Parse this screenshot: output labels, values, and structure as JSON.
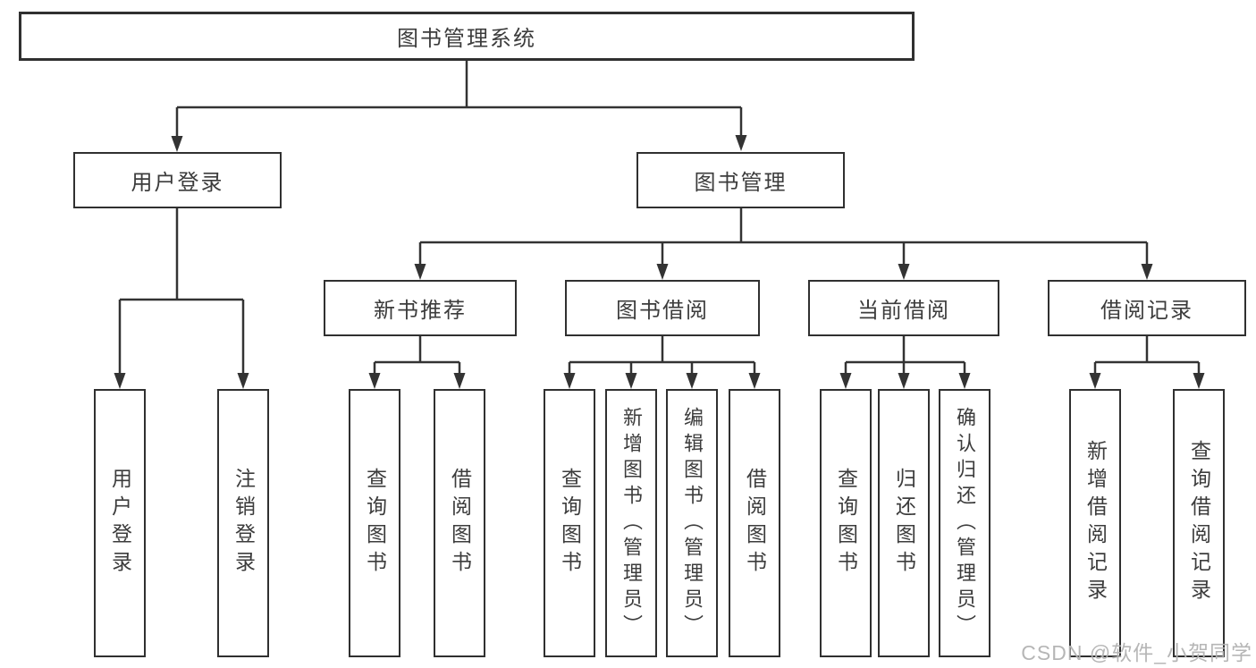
{
  "diagram": {
    "root": {
      "label": "图书管理系统"
    },
    "branches": [
      {
        "label": "用户登录",
        "children": [
          {
            "label": "用户登录"
          },
          {
            "label": "注销登录"
          }
        ]
      },
      {
        "label": "图书管理",
        "children": [
          {
            "label": "新书推荐",
            "children": [
              {
                "label": "查询图书"
              },
              {
                "label": "借阅图书"
              }
            ]
          },
          {
            "label": "图书借阅",
            "children": [
              {
                "label": "查询图书"
              },
              {
                "label": "新增图书（管理员）"
              },
              {
                "label": "编辑图书（管理员）"
              },
              {
                "label": "借阅图书"
              }
            ]
          },
          {
            "label": "当前借阅",
            "children": [
              {
                "label": "查询图书"
              },
              {
                "label": "归还图书"
              },
              {
                "label": "确认归还（管理员）"
              }
            ]
          },
          {
            "label": "借阅记录",
            "children": [
              {
                "label": "新增借阅记录"
              },
              {
                "label": "查询借阅记录"
              }
            ]
          }
        ]
      }
    ]
  },
  "watermark": {
    "text": "CSDN @软件_小贺同学"
  },
  "colors": {
    "line": "#333333",
    "border": "#303030",
    "text": "#3c3c3c",
    "watermark": "#b3b3b3",
    "background": "#ffffff"
  }
}
